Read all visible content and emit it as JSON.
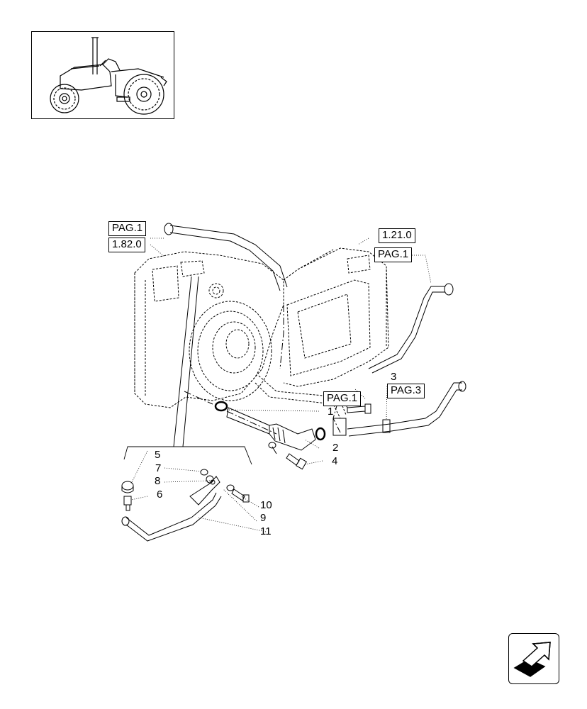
{
  "references": {
    "pag1_top": "PAG.1",
    "ref_1820": "1.82.0",
    "ref_1210": "1.21.0",
    "pag1_right": "PAG.1",
    "pag1_bottom": "PAG.1",
    "pag3": "PAG.3"
  },
  "callouts": {
    "n1": "1",
    "n2": "2",
    "n3": "3",
    "n4": "4",
    "n5": "5",
    "n6": "6",
    "n7": "7",
    "n8": "8",
    "n9": "9",
    "n10": "10",
    "n11": "11"
  },
  "icons": {
    "thumbnail": "tractor-thumbnail-icon",
    "navigation": "next-page-arrow-icon"
  }
}
